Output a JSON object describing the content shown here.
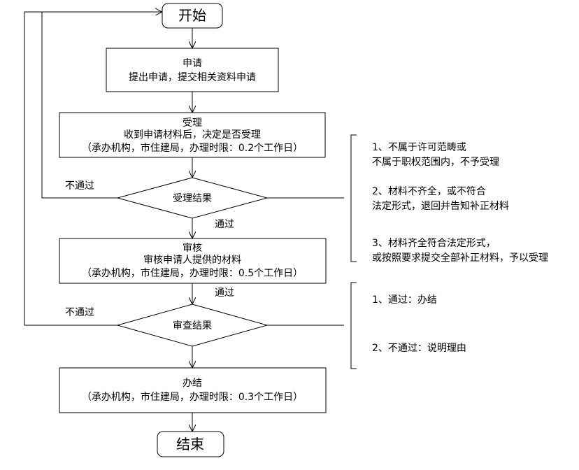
{
  "start": "开始",
  "end": "结束",
  "apply": {
    "title": "申请",
    "desc": "提出申请，提交相关资料申请"
  },
  "accept": {
    "title": "受理",
    "desc": "收到申请材料后，决定是否受理",
    "info": "（承办机构，市住建局，办理时限：0.2个工作日）"
  },
  "accept_result": {
    "label": "受理结果",
    "fail": "不通过",
    "pass": "通过"
  },
  "review": {
    "title": "审核",
    "desc": "审核申请人提供的材料",
    "info": "（承办机构，市住建局，办理时限：0.5个工作日）"
  },
  "review_result": {
    "label": "审查结果",
    "fail": "不通过",
    "pass": "通过"
  },
  "finish": {
    "title": "办结",
    "info": "（承办机构，市住建局，办理时限：0.3个工作日）"
  },
  "accept_notes": {
    "n1_l1": "1、不属于许可范畴或",
    "n1_l2": "不属于职权范围内，不予受理",
    "n2_l1": "2、材料不齐全，或不符合",
    "n2_l2": "法定形式，退回并告知补正材料",
    "n3_l1": "3、材料齐全符合法定形式，",
    "n3_l2": "或按照要求提交全部补正材料，予以受理"
  },
  "review_notes": {
    "n1": "1、通过：办结",
    "n2": "2、不通过：说明理由"
  }
}
